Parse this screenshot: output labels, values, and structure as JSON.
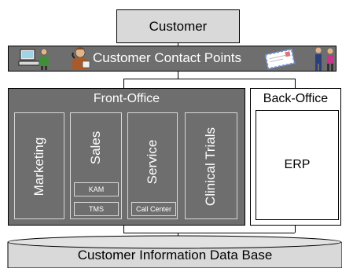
{
  "customer": {
    "label": "Customer"
  },
  "contact_points": {
    "label": "Customer Contact Points"
  },
  "front_office": {
    "title": "Front-Office",
    "columns": [
      {
        "label": "Marketing"
      },
      {
        "label": "Sales",
        "sub": [
          "KAM",
          "TMS"
        ]
      },
      {
        "label": "Service",
        "sub": [
          "Call Center"
        ]
      },
      {
        "label": "Clinical Trials"
      }
    ]
  },
  "back_office": {
    "title": "Back-Office",
    "erp": "ERP"
  },
  "database": {
    "label": "Customer Information Data Base"
  },
  "colors": {
    "dark_gray": "#6e6e6e",
    "light_gray": "#d9d9d9",
    "white": "#ffffff"
  },
  "icons": [
    "computer-user-icon",
    "phone-user-icon",
    "envelope-icon",
    "meeting-people-icon"
  ]
}
